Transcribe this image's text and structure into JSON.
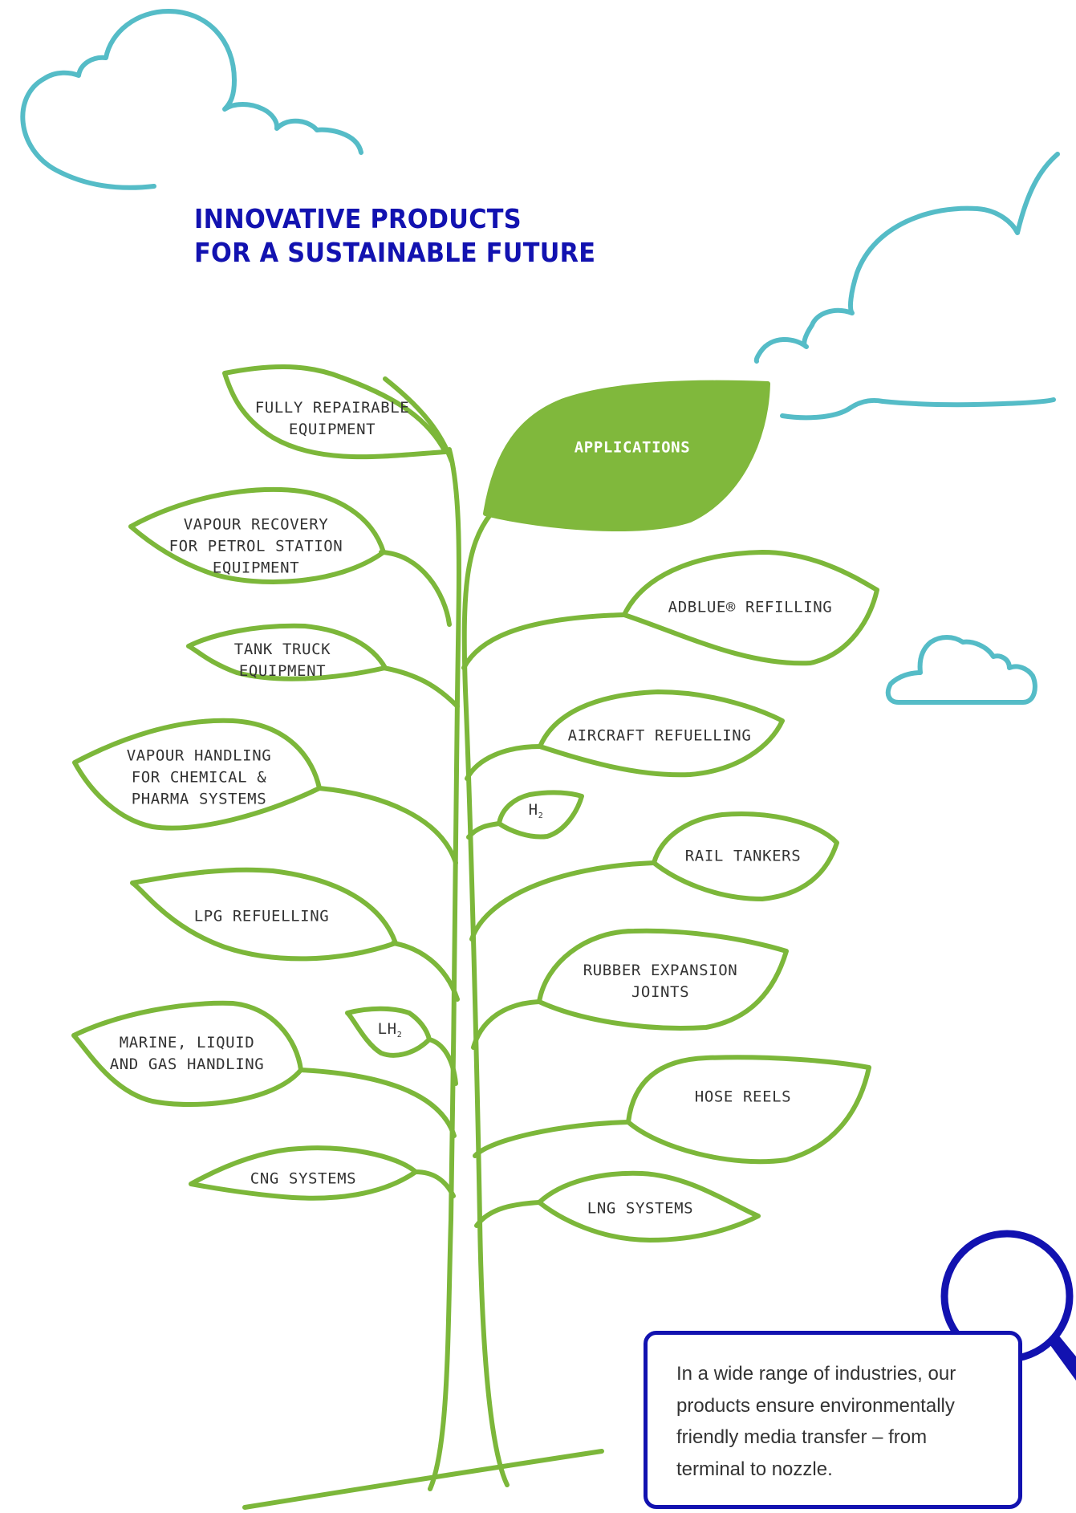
{
  "title": {
    "line1": "INNOVATIVE PRODUCTS",
    "line2": "FOR A SUSTAINABLE FUTURE"
  },
  "colors": {
    "title": "#1212b0",
    "leaf_outline": "#7cb73a",
    "leaf_fill_highlight": "#80b83c",
    "cloud": "#55bcc7",
    "magnifier": "#1212b0"
  },
  "leaves": {
    "applications": "APPLICATIONS",
    "fully_repairable": [
      "FULLY REPAIRABLE",
      "EQUIPMENT"
    ],
    "vapour_recovery": [
      "VAPOUR RECOVERY",
      "FOR PETROL STATION",
      "EQUIPMENT"
    ],
    "tank_truck": [
      "TANK TRUCK",
      "EQUIPMENT"
    ],
    "vapour_handling": [
      "VAPOUR HANDLING",
      "FOR CHEMICAL &",
      "PHARMA SYSTEMS"
    ],
    "lpg_refuelling": "LPG REFUELLING",
    "marine": [
      "MARINE, LIQUID",
      "AND GAS HANDLING"
    ],
    "cng_systems": "CNG SYSTEMS",
    "adblue": "ADBLUE® REFILLING",
    "aircraft": "AIRCRAFT REFUELLING",
    "h2": {
      "base": "H",
      "sub": "2"
    },
    "lh2": {
      "base": "LH",
      "sub": "2"
    },
    "rail_tankers": "RAIL TANKERS",
    "rubber_expansion": [
      "RUBBER EXPANSION",
      "JOINTS"
    ],
    "hose_reels": "HOSE REELS",
    "lng_systems": "LNG SYSTEMS"
  },
  "info": {
    "text": "In a wide range of industries, our products ensure environmentally friendly media transfer – from terminal to nozzle."
  },
  "icons": {
    "magnifier": "magnifier-icon",
    "clouds": "cloud-icon"
  }
}
